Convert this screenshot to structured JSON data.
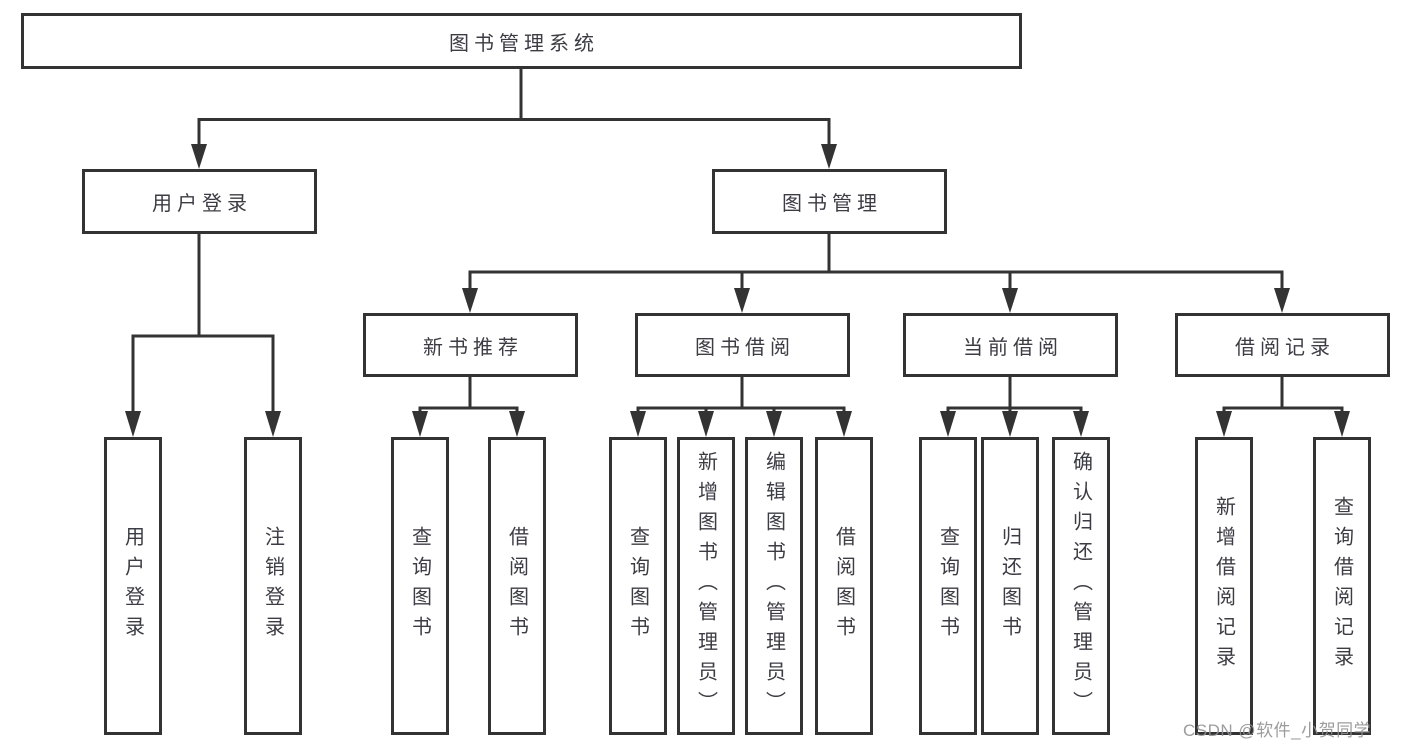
{
  "colors": {
    "line": "#333333",
    "box_border": "#333333",
    "box_fill": "#ffffff",
    "text": "#3c3c44",
    "watermark": "#919194",
    "background": "#ffffff"
  },
  "tree": {
    "label": "图书管理系统",
    "children": [
      {
        "label": "用户登录",
        "children": [
          {
            "label": "用户登录"
          },
          {
            "label": "注销登录"
          }
        ]
      },
      {
        "label": "图书管理",
        "children": [
          {
            "label": "新书推荐",
            "children": [
              {
                "label": "查询图书"
              },
              {
                "label": "借阅图书"
              }
            ]
          },
          {
            "label": "图书借阅",
            "children": [
              {
                "label": "查询图书"
              },
              {
                "label": "新增图书（管理员）"
              },
              {
                "label": "编辑图书（管理员）"
              },
              {
                "label": "借阅图书"
              }
            ]
          },
          {
            "label": "当前借阅",
            "children": [
              {
                "label": "查询图书"
              },
              {
                "label": "归还图书"
              },
              {
                "label": "确认归还（管理员）"
              }
            ]
          },
          {
            "label": "借阅记录",
            "children": [
              {
                "label": "新增借阅记录"
              },
              {
                "label": "查询借阅记录"
              }
            ]
          }
        ]
      }
    ]
  },
  "watermark": "CSDN @软件_小贺同学"
}
